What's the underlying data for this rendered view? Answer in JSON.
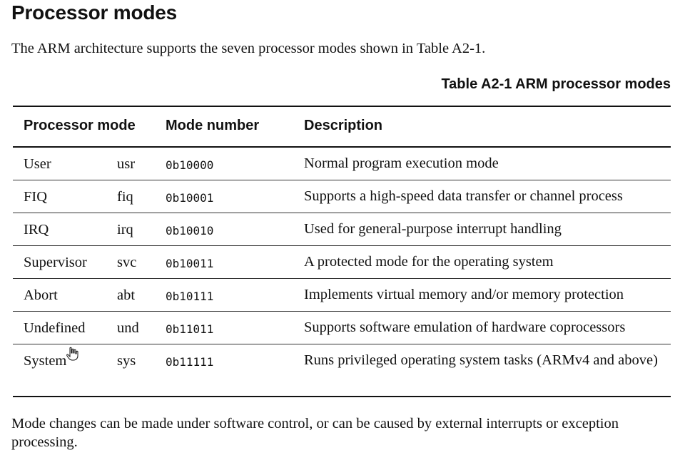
{
  "heading": "Processor modes",
  "intro": "The ARM architecture supports the seven processor modes shown in Table A2-1.",
  "table": {
    "caption": "Table A2-1 ARM processor modes",
    "headers": {
      "mode": "Processor mode",
      "number": "Mode number",
      "description": "Description"
    },
    "rows": [
      {
        "name": "User",
        "abbr": "usr",
        "number": "0b10000",
        "description": "Normal program execution mode"
      },
      {
        "name": "FIQ",
        "abbr": "fiq",
        "number": "0b10001",
        "description": "Supports a high-speed data transfer or channel process"
      },
      {
        "name": "IRQ",
        "abbr": "irq",
        "number": "0b10010",
        "description": "Used for general-purpose interrupt handling"
      },
      {
        "name": "Supervisor",
        "abbr": "svc",
        "number": "0b10011",
        "description": "A protected mode for the operating system"
      },
      {
        "name": "Abort",
        "abbr": "abt",
        "number": "0b10111",
        "description": "Implements virtual memory and/or memory protection"
      },
      {
        "name": "Undefined",
        "abbr": "und",
        "number": "0b11011",
        "description": "Supports software emulation of hardware coprocessors"
      },
      {
        "name": "System",
        "abbr": "sys",
        "number": "0b11111",
        "description": "Runs privileged operating system tasks (ARMv4 and above)"
      }
    ]
  },
  "closing": "Mode changes can be made under software control, or can be caused by external interrupts or exception processing.",
  "cursor_icon": "hand-cursor-icon"
}
